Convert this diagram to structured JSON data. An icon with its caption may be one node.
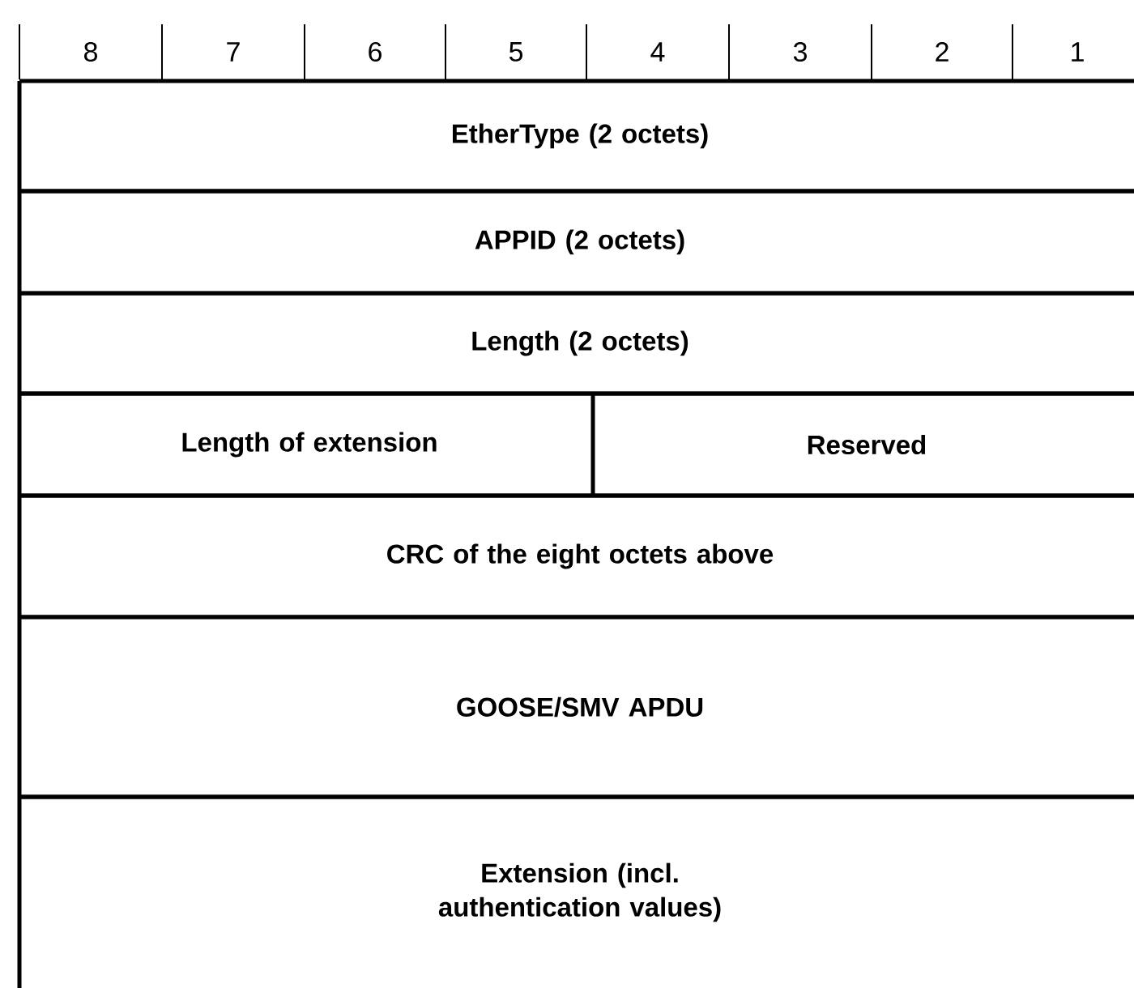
{
  "diagram": {
    "nodes": [
      {
        "text": [
          "EtherType (2 octets)"
        ]
      },
      {
        "text": [
          "APPID (2 octets)"
        ]
      },
      {
        "text": [
          "Length (2 octets)"
        ]
      },
      {
        "text": [
          "Length of extension"
        ]
      },
      {
        "text": [
          "Reserved"
        ]
      },
      {
        "text": [
          "CRC of the eight octets above"
        ]
      },
      {
        "text": [
          "GOOSE/SMV APDU"
        ]
      },
      {
        "text": [
          "Extension (incl. authentication values)"
        ]
      }
    ],
    "edges": [],
    "labels": [
      "8",
      "7",
      "6",
      "5",
      "4",
      "3",
      "2",
      "1"
    ]
  }
}
